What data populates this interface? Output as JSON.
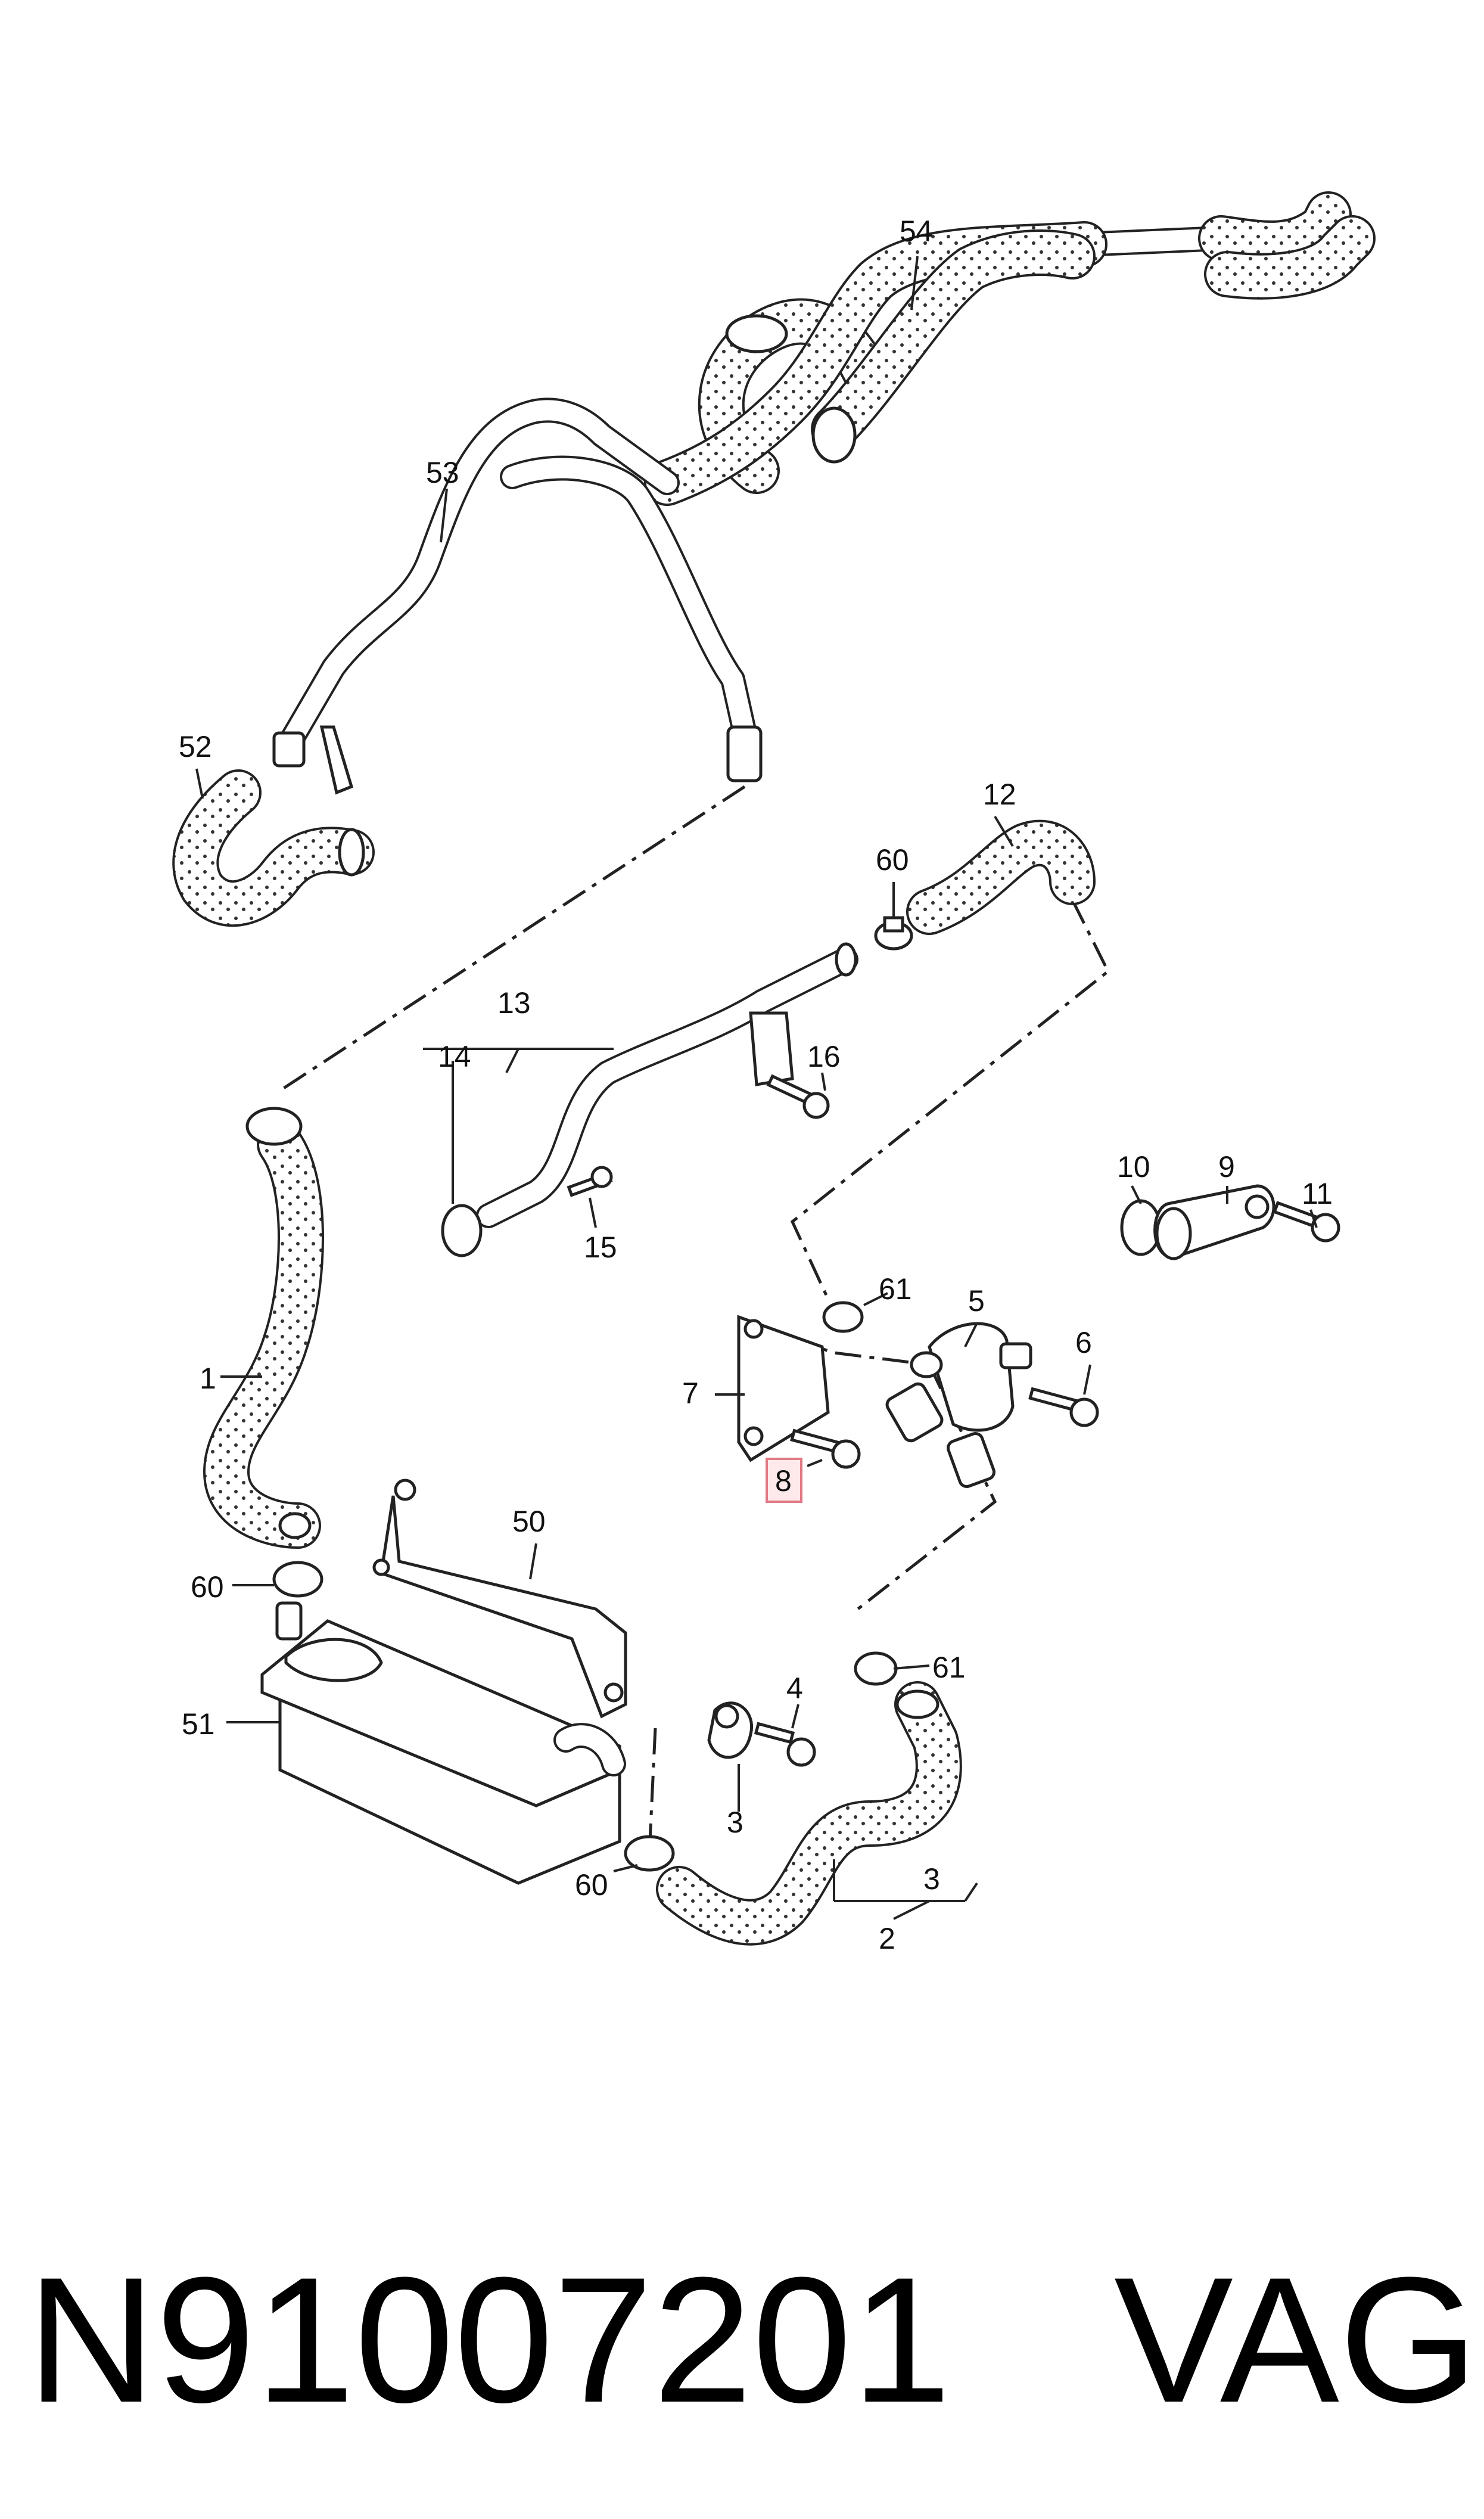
{
  "diagram": {
    "callouts": [
      "54",
      "53",
      "52",
      "12",
      "60",
      "13",
      "14",
      "16",
      "15",
      "1",
      "10",
      "9",
      "11",
      "61",
      "5",
      "6",
      "7",
      "8",
      "50",
      "60",
      "51",
      "4",
      "61",
      "3",
      "3",
      "2",
      "60"
    ],
    "highlighted_callout": "8",
    "part_number": "N91007201",
    "brand": "VAG",
    "colors": {
      "highlight_fill": "#fde8ea",
      "highlight_stroke": "#e07a85",
      "line": "#222222"
    }
  }
}
